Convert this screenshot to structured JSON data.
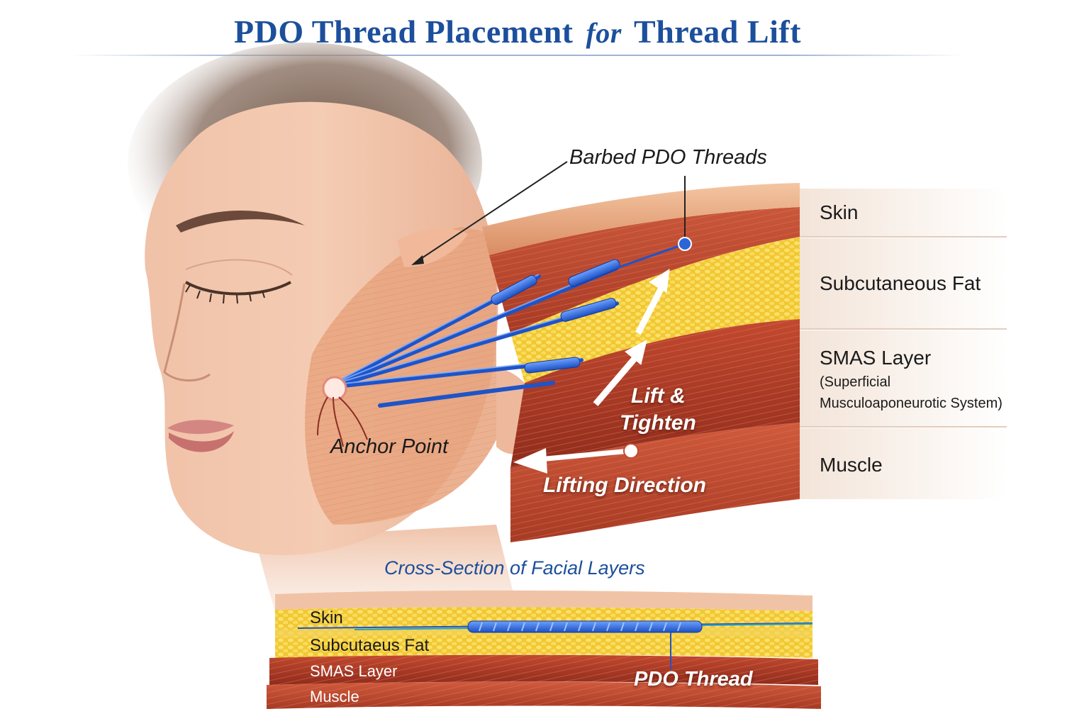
{
  "title": {
    "main": "PDO Thread Placement",
    "for": "for",
    "end": "Thread Lift"
  },
  "callouts": {
    "barbed_threads": "Barbed PDO Threads",
    "anchor_point": "Anchor Point",
    "lift_tighten_1": "Lift &",
    "lift_tighten_2": "Tighten",
    "lifting_direction": "Lifting Direction"
  },
  "layers": [
    {
      "name": "Skin"
    },
    {
      "name": "Subcutaneous Fat"
    },
    {
      "name": "SMAS Layer",
      "sub1": "(Superficial",
      "sub2": "Musculoaponeurotic System)"
    },
    {
      "name": "Muscle"
    }
  ],
  "cross_section": {
    "title": "Cross-Section of Facial Layers",
    "skin": "Skin",
    "fat": "Subcutaeus Fat",
    "smas": "SMAS Layer",
    "muscle": "Muscle",
    "thread": "PDO Thread"
  },
  "colors": {
    "title_blue": "#1c4f9c",
    "thread_blue": "#2a66d8",
    "skin_tone": "#eab397",
    "fat_yellow": "#f3cf3c",
    "muscle_red": "#b8402a"
  }
}
